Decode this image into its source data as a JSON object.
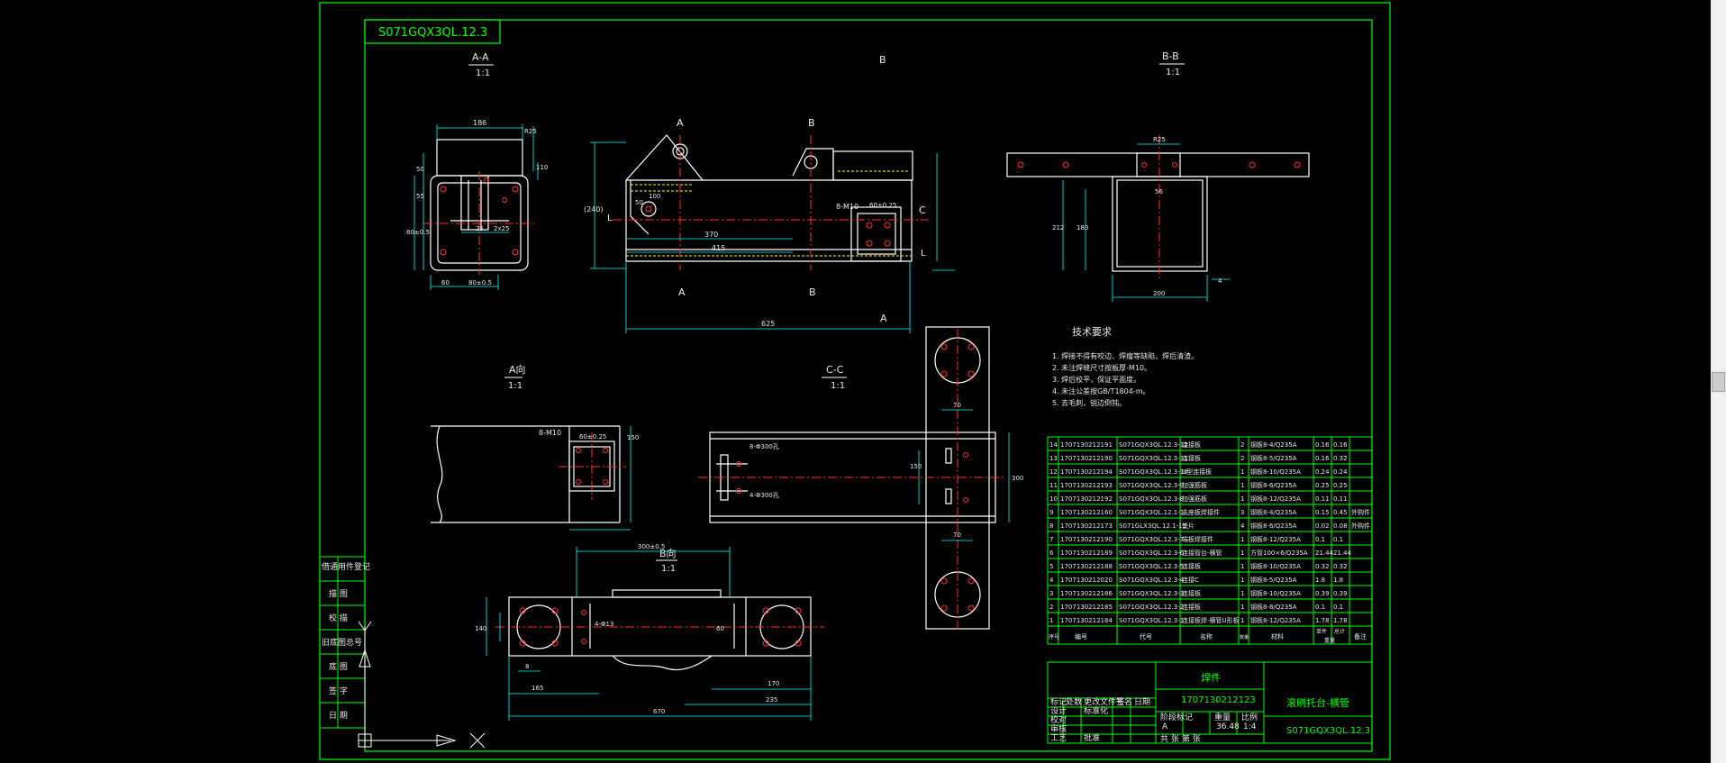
{
  "colors": {
    "frame": "#00ff00",
    "lines": "#ffffff",
    "dims": "#00ffff",
    "center": "#ff0000",
    "text": "#e8e8e8",
    "title_text": "#00ff00"
  },
  "drawing": {
    "stamp": "S071GQX3QL.12.3",
    "view_b_title": "B",
    "sections": {
      "aa": {
        "title": "A-A",
        "scale": "1:1"
      },
      "bb": {
        "title": "B-B",
        "scale": "1:1"
      },
      "cc": {
        "title": "C-C",
        "scale": "1:1"
      },
      "a_view": {
        "title": "A向",
        "scale": "1:1"
      },
      "b_view": {
        "title": "B向",
        "scale": "1:1"
      }
    },
    "markers": {
      "a": "A",
      "b": "B",
      "c": "C",
      "l": "L"
    },
    "dims": {
      "aa_top": "186",
      "aa_r": "R25",
      "aa_h1": "50",
      "aa_h2": "55",
      "aa_h3": "110",
      "aa_w1": "25",
      "aa_w2": "2x25",
      "aa_b1": "60",
      "aa_b2": "80±0.5",
      "aa_v": "80±0.5",
      "main_h": "(240)",
      "main_l1": "370",
      "main_l2": "415",
      "main_l3": "625",
      "main_m": "8-M10",
      "main_s": "60±0.25",
      "main_d": "100",
      "main_h2": "50",
      "bb_top": "R25",
      "bb_w": "56",
      "bb_h1": "212",
      "bb_h2": "180",
      "bb_b": "200",
      "bb_s": "4",
      "cc_d1": "8-Φ300孔",
      "cc_d2": "4-Φ300孔",
      "cc_w": "150",
      "cc_h": "300",
      "cc_r": "70",
      "av_m": "8-M10",
      "av_s": "60±0.25",
      "av_h": "150",
      "bv_top": "300±0.5",
      "bv_h": "140",
      "bv_a": "60",
      "bv_l1": "165",
      "bv_l2": "170",
      "bv_l3": "235",
      "bv_total": "670",
      "bv_b": "8",
      "bv_c": "4-Φ13"
    }
  },
  "tech": {
    "title": "技术要求",
    "items": [
      "1. 焊接不得有咬边、焊瘤等缺陷，焊后清渣。",
      "2. 未注焊缝尺寸按板厚-M10。",
      "3. 焊后校平，保证平面度。",
      "4. 未注公差按GB/T1804-m。",
      "5. 去毛刺，锐边倒钝。"
    ]
  },
  "bom": {
    "rows": [
      {
        "no": "14",
        "code": "1707130212191",
        "drawing": "S071GQX3QL.12.3-12",
        "name": "连接板",
        "qty": "2",
        "material": "钢板8-4/Q235A",
        "unit": "0.16",
        "total": "0.16",
        "note": ""
      },
      {
        "no": "13",
        "code": "1707130212190",
        "drawing": "S071GQX3QL.12.3-11",
        "name": "连接板",
        "qty": "2",
        "material": "钢板8-5/Q235A",
        "unit": "0.16",
        "total": "0.32",
        "note": ""
      },
      {
        "no": "12",
        "code": "1707130212194",
        "drawing": "S071GQX3QL.12.3-10",
        "name": "U型连接板",
        "qty": "1",
        "material": "钢板8-10/Q235A",
        "unit": "0.24",
        "total": "0.24",
        "note": ""
      },
      {
        "no": "11",
        "code": "1707130212193",
        "drawing": "S071GQX3QL.12.3-9",
        "name": "加强筋板",
        "qty": "1",
        "material": "钢板8-6/Q235A",
        "unit": "0.25",
        "total": "0.25",
        "note": ""
      },
      {
        "no": "10",
        "code": "1707130212192",
        "drawing": "S071GQX3QL.12.3-8",
        "name": "加强筋板",
        "qty": "1",
        "material": "钢板8-12/Q235A",
        "unit": "0.11",
        "total": "0.11",
        "note": ""
      },
      {
        "no": "9",
        "code": "1707130212160",
        "drawing": "S071GQX3QL.12.1-1",
        "name": "支座板焊接件",
        "qty": "3",
        "material": "钢板8-4/Q235A",
        "unit": "0.15",
        "total": "0.45",
        "note": "外购件"
      },
      {
        "no": "8",
        "code": "1707130212173",
        "drawing": "S071GLX3QL.12.1-15",
        "name": "垫片",
        "qty": "4",
        "material": "钢板8-6/Q235A",
        "unit": "0.02",
        "total": "0.08",
        "note": "外购件"
      },
      {
        "no": "7",
        "code": "1707130212190",
        "drawing": "S071GQX3QL.12.3-7",
        "name": "端板焊接件",
        "qty": "1",
        "material": "钢板8-12/Q235A",
        "unit": "0.1",
        "total": "0.1",
        "note": ""
      },
      {
        "no": "6",
        "code": "1707130212189",
        "drawing": "S071GQX3QL.12.3-6",
        "name": "连接管台-横管",
        "qty": "1",
        "material": "方管100×6/Q235A",
        "unit": "21.44",
        "total": "21.44",
        "note": ""
      },
      {
        "no": "5",
        "code": "1707130212188",
        "drawing": "S071GQX3QL.12.3-5",
        "name": "连接板",
        "qty": "1",
        "material": "钢板8-10/Q235A",
        "unit": "0.32",
        "total": "0.32",
        "note": ""
      },
      {
        "no": "4",
        "code": "1707130212020",
        "drawing": "S071GQX3QL.12.3-4",
        "name": "连接C",
        "qty": "1",
        "material": "钢板8-5/Q235A",
        "unit": "1.8",
        "total": "1.8",
        "note": ""
      },
      {
        "no": "3",
        "code": "1707130212186",
        "drawing": "S071GQX3QL.12.3-3",
        "name": "连接板",
        "qty": "1",
        "material": "钢板8-10/Q235A",
        "unit": "0.39",
        "total": "0.39",
        "note": ""
      },
      {
        "no": "2",
        "code": "1707130212185",
        "drawing": "S071GQX3QL.12.3-2",
        "name": "连接板",
        "qty": "1",
        "material": "钢板8-8/Q235A",
        "unit": "0.1",
        "total": "0.1",
        "note": ""
      },
      {
        "no": "1",
        "code": "1707130212184",
        "drawing": "S071GQX3QL.12.3-1",
        "name": "连接板焊-横管U形板",
        "qty": "1",
        "material": "钢板8-12/Q235A",
        "unit": "1.78",
        "total": "1.78",
        "note": ""
      }
    ],
    "header": {
      "no": "序号",
      "code": "编号",
      "drawing": "代号",
      "name": "名称",
      "qty": "数量",
      "material": "材料",
      "unit": "单件",
      "total": "总计",
      "weight": "重量",
      "note": "备注"
    }
  },
  "title_block": {
    "part_label": "焊件",
    "part_code": "1707130212123",
    "name": "滚刷托台-横管",
    "drawing_no": "S071GQX3QL.12.3",
    "stage": "A",
    "weight": "36.48",
    "scale": "1:4",
    "labels": {
      "mark": "标记",
      "count": "处数",
      "change": "更改文件号",
      "sign": "签名",
      "date": "日期",
      "design": "设计",
      "check": "校对",
      "audit": "审核",
      "process": "工艺",
      "approve": "批准",
      "std": "标准化",
      "stage": "阶段标记",
      "weight": "重量",
      "scale": "比例",
      "sheet": "共 张 第 张"
    }
  },
  "left_strip": {
    "items": [
      "借通用件登记",
      "描 图",
      "校 描",
      "旧底图总号",
      "底 图",
      "签 字",
      "日 期"
    ]
  }
}
